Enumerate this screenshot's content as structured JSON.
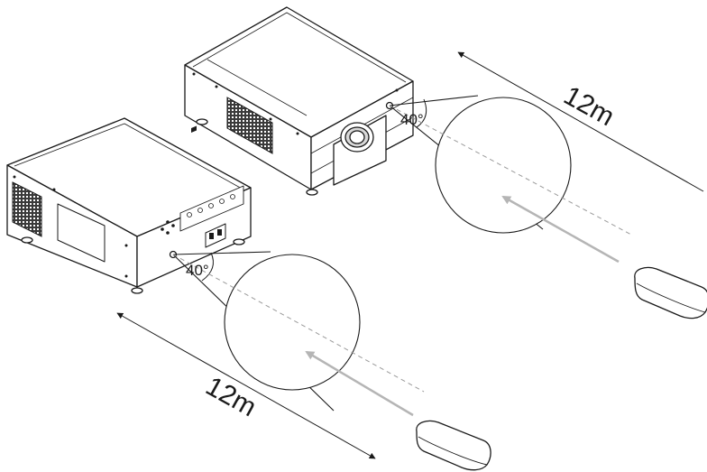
{
  "figure": {
    "front_projector": {
      "angle_label": "40°",
      "distance_label": "12m"
    },
    "rear_projector": {
      "angle_label": "40°",
      "distance_label": "12m"
    },
    "colors": {
      "line": "#1a1a1a",
      "beam": "#b5b5b5",
      "dashed": "#9a9a9a"
    },
    "icons": [
      "projector-front-icon",
      "projector-rear-icon",
      "remote-control-icon",
      "ir-sensor-icon",
      "arrow-icon"
    ]
  }
}
